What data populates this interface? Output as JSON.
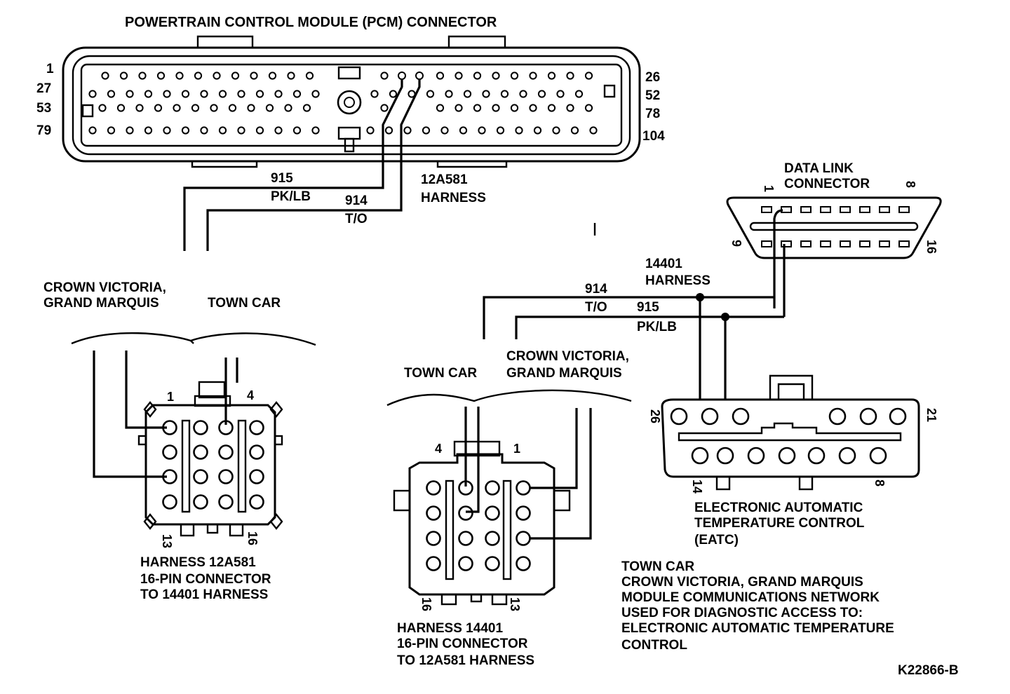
{
  "pcm": {
    "title": "POWERTRAIN CONTROL MODULE (PCM) CONNECTOR",
    "left_pins": [
      "1",
      "27",
      "53",
      "79"
    ],
    "right_pins": [
      "26",
      "52",
      "78",
      "104"
    ]
  },
  "pcm_wires": {
    "w915_num": "915",
    "w915_color": "PK/LB",
    "w914_num": "914",
    "w914_color": "T/O",
    "harness_line1": "12A581",
    "harness_line2": "HARNESS"
  },
  "left_connector": {
    "label_cv_line1": "CROWN VICTORIA,",
    "label_cv_line2": "GRAND MARQUIS",
    "label_tc": "TOWN CAR",
    "pin_1": "1",
    "pin_4": "4",
    "pin_13": "13",
    "pin_16": "16",
    "caption_line1": "HARNESS 12A581",
    "caption_line2": "16-PIN CONNECTOR",
    "caption_line3": "TO 14401 HARNESS"
  },
  "middle_connector": {
    "label_tc": "TOWN CAR",
    "label_cv_line1": "CROWN VICTORIA,",
    "label_cv_line2": "GRAND MARQUIS",
    "pin_4": "4",
    "pin_1": "1",
    "pin_16": "16",
    "pin_13": "13",
    "caption_line1": "HARNESS 14401",
    "caption_line2": "16-PIN CONNECTOR",
    "caption_line3": "TO 12A581 HARNESS"
  },
  "dlc": {
    "title_line1": "DATA LINK",
    "title_line2": "CONNECTOR",
    "pin_1": "1",
    "pin_8": "8",
    "pin_9": "9",
    "pin_16": "16"
  },
  "harness14401": {
    "line1": "14401",
    "line2": "HARNESS",
    "w914_num": "914",
    "w914_color": "T/O",
    "w915_num": "915",
    "w915_color": "PK/LB"
  },
  "eatc": {
    "pin_26": "26",
    "pin_21": "21",
    "pin_14": "14",
    "pin_8": "8",
    "label_line1": "ELECTRONIC AUTOMATIC",
    "label_line2": "TEMPERATURE CONTROL",
    "label_line3": "(EATC)"
  },
  "note": {
    "line1": "TOWN CAR",
    "line2": "CROWN VICTORIA, GRAND MARQUIS",
    "line3": "MODULE COMMUNICATIONS NETWORK",
    "line4": "USED FOR DIAGNOSTIC ACCESS TO:",
    "line5": "ELECTRONIC AUTOMATIC TEMPERATURE",
    "line6": "CONTROL"
  },
  "figure_id": "K22866-B"
}
